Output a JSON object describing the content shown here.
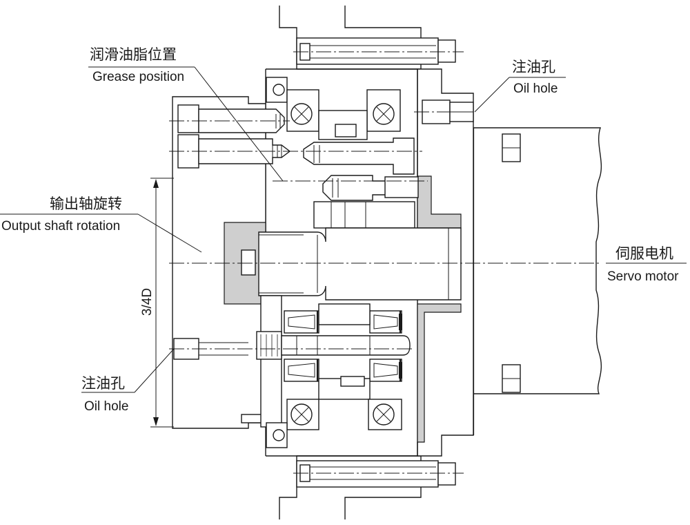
{
  "labels": {
    "grease_position": {
      "zh": "润滑油脂位置",
      "en": "Grease position"
    },
    "oil_hole_top": {
      "zh": "注油孔",
      "en": "Oil hole"
    },
    "output_shaft_rotation": {
      "zh": "输出轴旋转",
      "en": "Output shaft rotation"
    },
    "servo_motor": {
      "zh": "伺服电机",
      "en": "Servo motor"
    },
    "oil_hole_bottom": {
      "zh": "注油孔",
      "en": "Oil hole"
    },
    "dimension": "3/4D"
  },
  "colors": {
    "line": "#1a1a1a",
    "shaded_part": "#cfcfcf",
    "background": "#ffffff"
  }
}
